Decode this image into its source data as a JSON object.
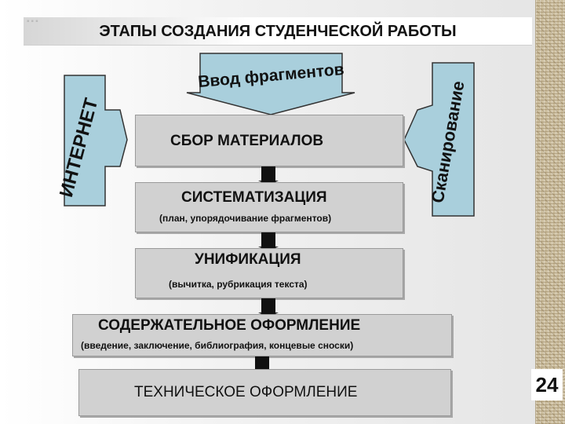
{
  "title": "ЭТАПЫ СОЗДАНИЯ СТУДЕНЧЕСКОЙ РАБОТЫ",
  "inputs": {
    "top": "Ввод фрагментов",
    "left": "ИНТЕРНЕТ",
    "right": "Сканирование"
  },
  "steps": [
    {
      "label": "СБОР МАТЕРИАЛОВ",
      "sub": ""
    },
    {
      "label": "СИСТЕМАТИЗАЦИЯ",
      "sub": "(план, упорядочивание фрагментов)"
    },
    {
      "label": "УНИФИКАЦИЯ",
      "sub": "(вычитка, рубрикация текста)"
    },
    {
      "label": "СОДЕРЖАТЕЛЬНОЕ ОФОРМЛЕНИЕ",
      "sub": "(введение, заключение, библиография, концевые сноски)"
    },
    {
      "label": "ТЕХНИЧЕСКОЕ ОФОРМЛЕНИЕ",
      "sub": ""
    }
  ],
  "page_number": "24",
  "colors": {
    "arrow_fill": "#a9cfdc",
    "box_fill": "#d1d1d1"
  }
}
